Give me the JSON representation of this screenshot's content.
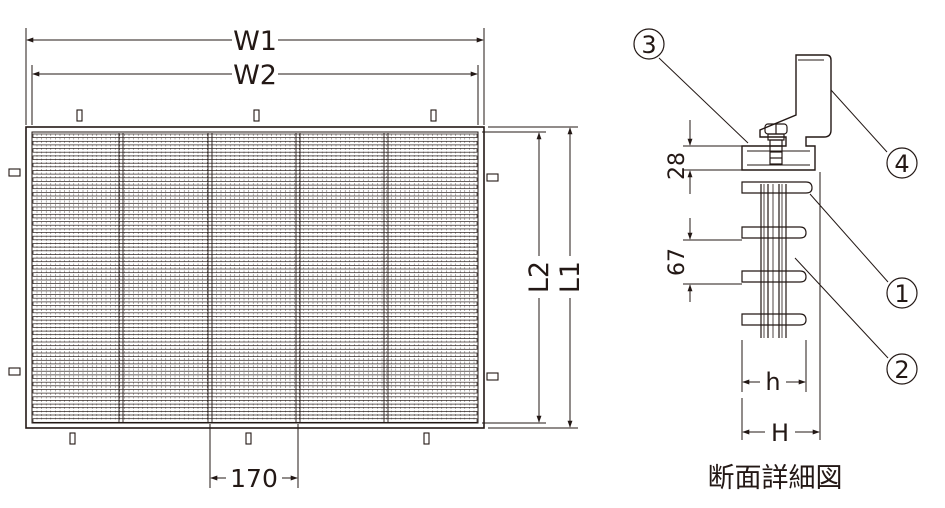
{
  "dimensions": {
    "overall_width": "W1",
    "inner_width": "W2",
    "overall_length": "L1",
    "inner_length": "L2",
    "bar_pitch": "170",
    "top_thickness": "28",
    "bar_spacing": "67",
    "bar_height": "h",
    "total_height": "H"
  },
  "callouts": {
    "c1": "1",
    "c2": "2",
    "c3": "3",
    "c4": "4"
  },
  "section_title": "断面詳細図"
}
